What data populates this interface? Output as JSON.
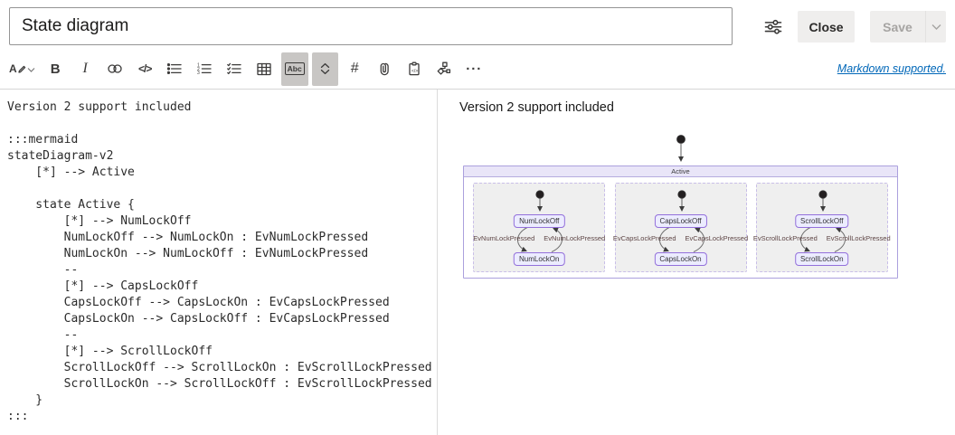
{
  "header": {
    "title_value": "State diagram",
    "close_label": "Close",
    "save_label": "Save"
  },
  "toolbar": {
    "markdown_note": "Markdown supported.",
    "glyphs": {
      "text_color": "A",
      "bold": "B",
      "italic": "I",
      "code": "</>",
      "highlight": "Abc",
      "hash": "#",
      "more": "···"
    },
    "items": [
      "text-color",
      "bold",
      "italic",
      "link",
      "code",
      "bulleted-list",
      "numbered-list",
      "task-list",
      "table",
      "highlight",
      "expand",
      "hash",
      "attachment",
      "code-snippet",
      "work-item",
      "more"
    ],
    "active_items": [
      "highlight",
      "expand"
    ]
  },
  "editor": {
    "content": "Version 2 support included\n\n:::mermaid\nstateDiagram-v2\n    [*] --> Active\n\n    state Active {\n        [*] --> NumLockOff\n        NumLockOff --> NumLockOn : EvNumLockPressed\n        NumLockOn --> NumLockOff : EvNumLockPressed\n        --\n        [*] --> CapsLockOff\n        CapsLockOff --> CapsLockOn : EvCapsLockPressed\n        CapsLockOn --> CapsLockOff : EvCapsLockPressed\n        --\n        [*] --> ScrollLockOff\n        ScrollLockOff --> ScrollLockOn : EvScrollLockPressed\n        ScrollLockOn --> ScrollLockOff : EvScrollLockPressed\n    }\n:::"
  },
  "preview": {
    "paragraph": "Version 2 support included",
    "diagram": {
      "type": "mermaid-stateDiagram-v2",
      "composite_label": "Active",
      "regions": [
        {
          "off": "NumLockOff",
          "on": "NumLockOn",
          "left_label": "EvNumLockPressed",
          "right_label": "EvNumLockPressed"
        },
        {
          "off": "CapsLockOff",
          "on": "CapsLockOn",
          "left_label": "EvCapsLockPressed",
          "right_label": "EvCapsLockPressed"
        },
        {
          "off": "ScrollLockOff",
          "on": "ScrollLockOn",
          "left_label": "EvScrollLockPressed",
          "right_label": "EvScrollLockPressed"
        }
      ]
    }
  },
  "colors": {
    "accent_purple": "#9370DB",
    "state_fill": "#ECECFF",
    "composite_header_fill": "#E9E5F8",
    "region_fill": "#EFEFEF",
    "link_blue": "#0067B8",
    "active_toggle_bg": "#C8C6C4"
  }
}
